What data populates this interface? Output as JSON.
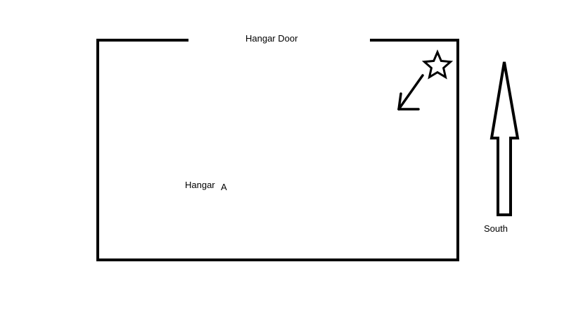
{
  "labels": {
    "door": "Hangar Door",
    "hangar": "Hangar",
    "hangar_letter": "A",
    "direction": "South"
  },
  "colors": {
    "ink": "#000000",
    "background": "#ffffff"
  },
  "icons": {
    "marker": "star-icon",
    "pointer": "arrow-down-left-icon",
    "compass": "arrow-up-icon"
  }
}
